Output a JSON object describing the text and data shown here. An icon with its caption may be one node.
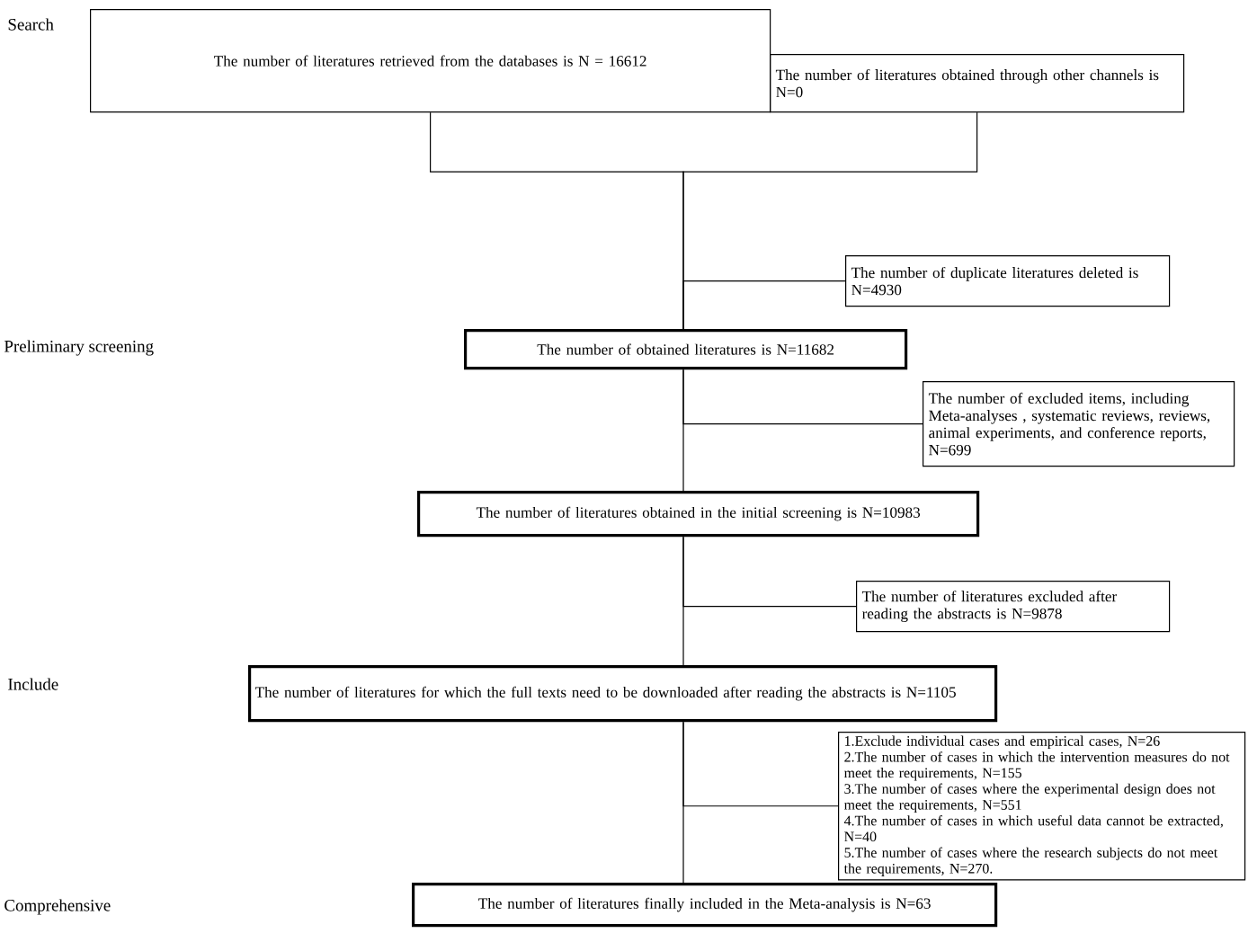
{
  "diagram": {
    "nodes": [
      {
        "text": [
          "The number of literatures retrieved from the databases is N = 16612"
        ]
      },
      {
        "text": [
          "The number of literatures obtained through other channels is N=0"
        ]
      },
      {
        "text": [
          "The number of duplicate literatures deleted is N=4930"
        ]
      },
      {
        "text": [
          "The number of obtained literatures is N=11682"
        ]
      },
      {
        "text": [
          "The number of excluded items, including Meta-analyses , systematic reviews, reviews, animal experiments, and conference reports, N=699"
        ]
      },
      {
        "text": [
          "The number of literatures obtained in the initial screening is N=10983"
        ]
      },
      {
        "text": [
          "The number of literatures excluded after reading the abstracts is N=9878"
        ]
      },
      {
        "text": [
          "The number of literatures for which the full texts need to be downloaded after reading the abstracts is N=1105"
        ]
      },
      {
        "text": [
          "1.Exclude individual cases and empirical cases, N=26",
          "2.The number of cases in which the intervention measures do not meet the requirements, N=155",
          "3.The number of cases where the experimental design does not meet the requirements, N=551",
          "4.The number of cases in which useful data cannot be extracted, N=40",
          "5.The number of cases where the research subjects do not meet the requirements, N=270."
        ]
      },
      {
        "text": [
          "The number of literatures finally included in the Meta-analysis is N=63"
        ]
      }
    ],
    "edges": [
      {
        "from": 0,
        "to": 3,
        "arrow": "none"
      },
      {
        "from": 1,
        "to": 3,
        "arrow": "none"
      },
      {
        "from": 3,
        "to": 2,
        "arrow": "none"
      },
      {
        "from": 3,
        "to": 5,
        "arrow": "none"
      },
      {
        "from": 3,
        "to": 4,
        "arrow": "none"
      },
      {
        "from": 5,
        "to": 7,
        "arrow": "none"
      },
      {
        "from": 5,
        "to": 6,
        "arrow": "none"
      },
      {
        "from": 7,
        "to": 9,
        "arrow": "none"
      },
      {
        "from": 7,
        "to": 8,
        "arrow": "none"
      }
    ],
    "labels": [
      "Search",
      "Preliminary screening",
      "Include",
      "Comprehensive"
    ]
  }
}
